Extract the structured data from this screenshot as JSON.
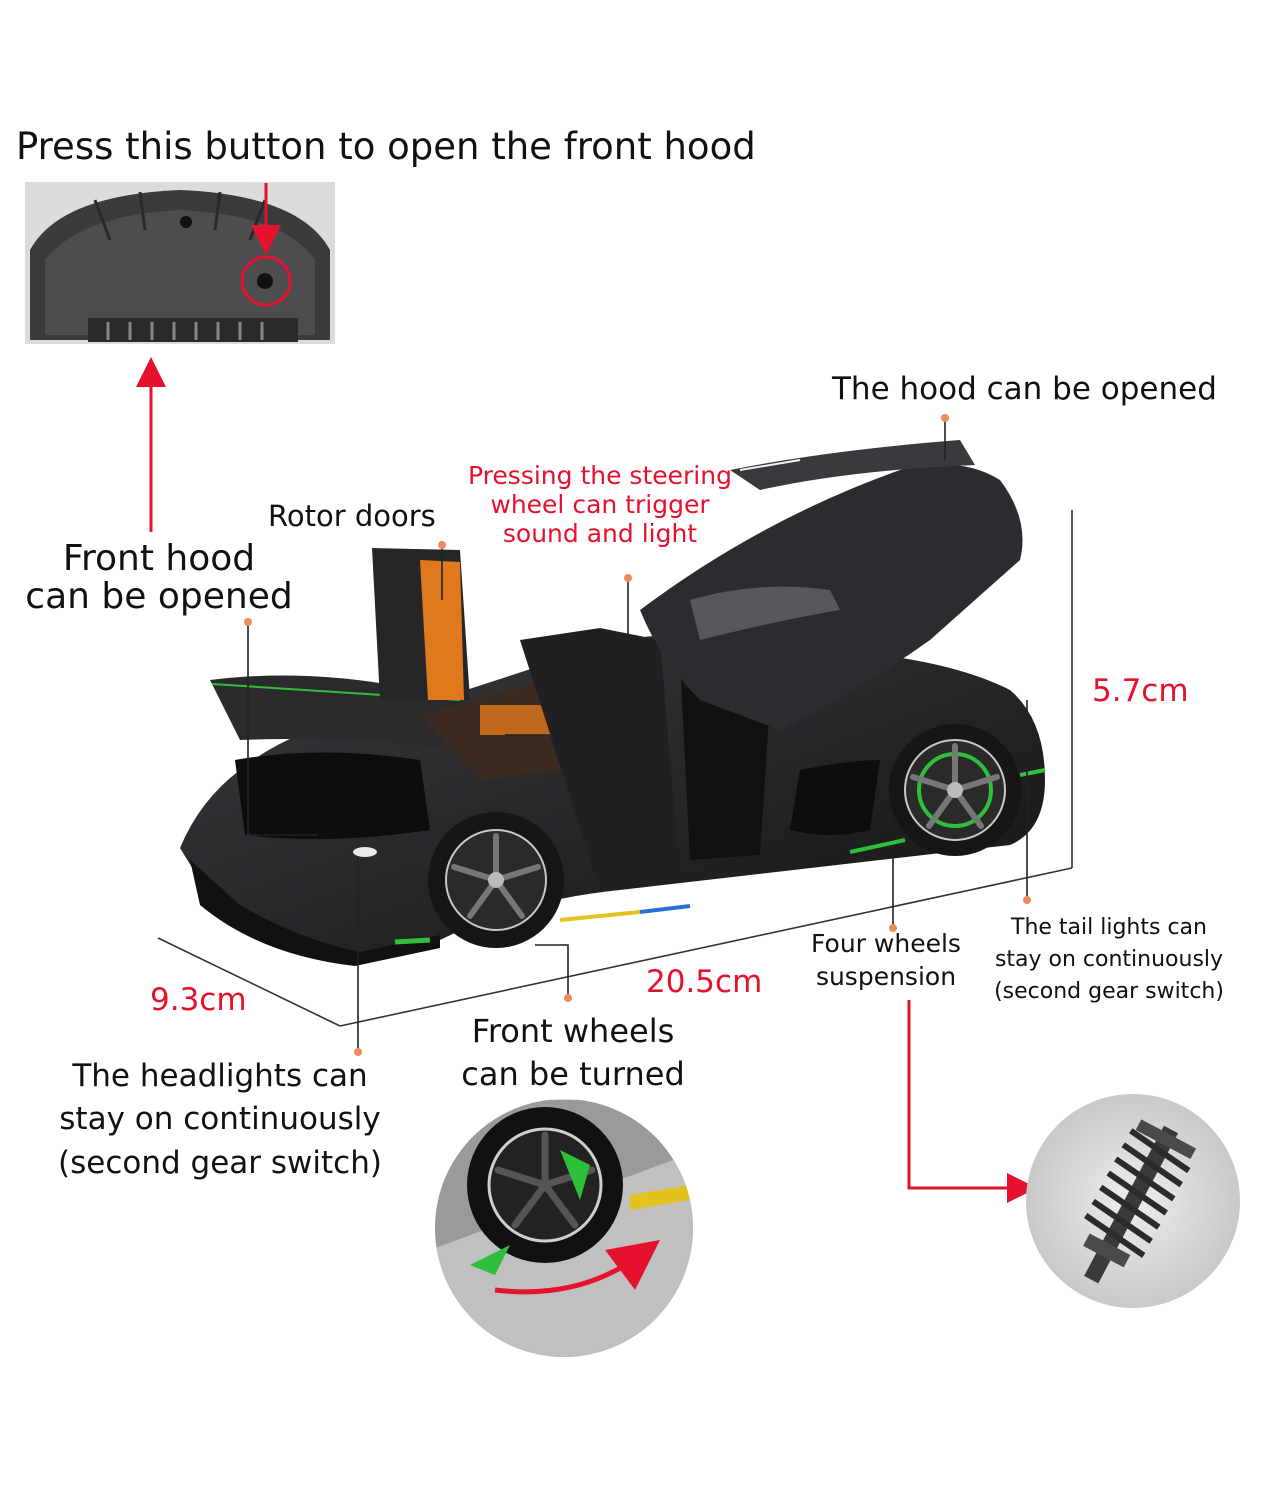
{
  "labels": {
    "press_button": "Press this button to open the front hood",
    "hood_opened": "The hood can be opened",
    "steering": "Pressing the steering\nwheel can trigger\nsound and light",
    "rotor_doors": "Rotor doors",
    "front_hood": "Front hood\ncan be opened",
    "height": "5.7cm",
    "tail_lights": "The tail lights can\nstay on continuously\n(second gear switch)",
    "four_wheels": "Four wheels\nsuspension",
    "length": "20.5cm",
    "width": "9.3cm",
    "front_wheels": "Front wheels\ncan be turned",
    "headlights": "The headlights can\nstay on continuously\n(second gear switch)"
  },
  "colors": {
    "accent_red": "#e5112d",
    "leader_line": "#222222",
    "dot_orange": "#f08a5d",
    "car_body": "#1f1f22",
    "trim_green": "#2fbf3a",
    "trim_orange": "#e0781e"
  },
  "icons": {
    "hood_button": "hood-button-icon",
    "wheel": "wheel-icon",
    "spring": "suspension-spring-icon"
  }
}
